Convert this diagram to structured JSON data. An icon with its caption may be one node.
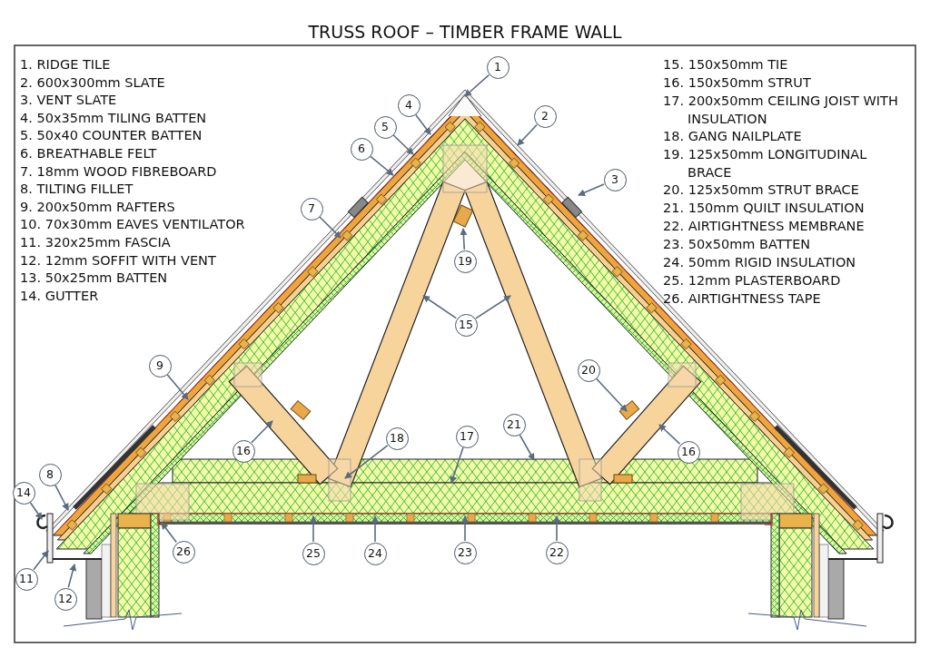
{
  "diagram": {
    "title": "TRUSS ROOF – TIMBER FRAME WALL",
    "nodes": [
      {
        "text": [
          "1"
        ]
      },
      {
        "text": [
          "2"
        ]
      },
      {
        "text": [
          "3"
        ]
      },
      {
        "text": [
          "4"
        ]
      },
      {
        "text": [
          "5"
        ]
      },
      {
        "text": [
          "6"
        ]
      },
      {
        "text": [
          "7"
        ]
      },
      {
        "text": [
          "8"
        ]
      },
      {
        "text": [
          "9"
        ]
      },
      {
        "text": [
          "11"
        ]
      },
      {
        "text": [
          "12"
        ]
      },
      {
        "text": [
          "14"
        ]
      },
      {
        "text": [
          "15"
        ]
      },
      {
        "text": [
          "16"
        ]
      },
      {
        "text": [
          "16"
        ]
      },
      {
        "text": [
          "17"
        ]
      },
      {
        "text": [
          "18"
        ]
      },
      {
        "text": [
          "19"
        ]
      },
      {
        "text": [
          "20"
        ]
      },
      {
        "text": [
          "21"
        ]
      },
      {
        "text": [
          "22"
        ]
      },
      {
        "text": [
          "23"
        ]
      },
      {
        "text": [
          "24"
        ]
      },
      {
        "text": [
          "25"
        ]
      },
      {
        "text": [
          "26"
        ]
      }
    ],
    "edges": [
      {
        "from": 0,
        "to": null,
        "arrow": "to"
      },
      {
        "from": 1,
        "to": null,
        "arrow": "to"
      },
      {
        "from": 2,
        "to": null,
        "arrow": "to"
      },
      {
        "from": 3,
        "to": null,
        "arrow": "to"
      },
      {
        "from": 4,
        "to": null,
        "arrow": "to"
      },
      {
        "from": 5,
        "to": null,
        "arrow": "to"
      },
      {
        "from": 6,
        "to": null,
        "arrow": "to"
      },
      {
        "from": 7,
        "to": null,
        "arrow": "to"
      },
      {
        "from": 8,
        "to": null,
        "arrow": "to"
      },
      {
        "from": 9,
        "to": null,
        "arrow": "to"
      },
      {
        "from": 10,
        "to": null,
        "arrow": "to"
      },
      {
        "from": 11,
        "to": null,
        "arrow": "to"
      },
      {
        "from": 12,
        "to": null,
        "arrow": "to"
      },
      {
        "from": 12,
        "to": null,
        "arrow": "to"
      },
      {
        "from": 13,
        "to": null,
        "arrow": "to"
      },
      {
        "from": 14,
        "to": null,
        "arrow": "to"
      },
      {
        "from": 15,
        "to": null,
        "arrow": "to"
      },
      {
        "from": 16,
        "to": null,
        "arrow": "to"
      },
      {
        "from": 17,
        "to": null,
        "arrow": "to"
      },
      {
        "from": 18,
        "to": null,
        "arrow": "to"
      },
      {
        "from": 19,
        "to": null,
        "arrow": "to"
      },
      {
        "from": 20,
        "to": null,
        "arrow": "to"
      },
      {
        "from": 21,
        "to": null,
        "arrow": "to"
      },
      {
        "from": 22,
        "to": null,
        "arrow": "to"
      },
      {
        "from": 23,
        "to": null,
        "arrow": "to"
      },
      {
        "from": 24,
        "to": null,
        "arrow": "to"
      }
    ],
    "labels": [
      "1. RIDGE TILE",
      "2. 600x300mm SLATE",
      "3. VENT SLATE",
      "4. 50x35mm TILING BATTEN",
      "5. 50x40 COUNTER BATTEN",
      "6. BREATHABLE FELT",
      "7. 18mm WOOD FIBREBOARD",
      "8. TILTING FILLET",
      "9. 200x50mm RAFTERS",
      "10. 70x30mm EAVES VENTILATOR",
      "11. 320x25mm FASCIA",
      "12. 12mm SOFFIT WITH VENT",
      "13. 50x25mm BATTEN",
      "14. GUTTER",
      "15. 150x50mm TIE",
      "16. 150x50mm STRUT",
      "17. 200x50mm CEILING JOIST WITH INSULATION",
      "18. GANG NAILPLATE",
      "19. 125x50mm LONGITUDINAL BRACE",
      "20. 125x50mm STRUT BRACE",
      "21. 150mm QUILT INSULATION",
      "22. AIRTIGHTNESS MEMBRANE",
      "23. 50x50mm BATTEN",
      "24. 50mm RIGID INSULATION",
      "25. 12mm PLASTERBOARD",
      "26. AIRTIGHTNESS TAPE"
    ]
  }
}
